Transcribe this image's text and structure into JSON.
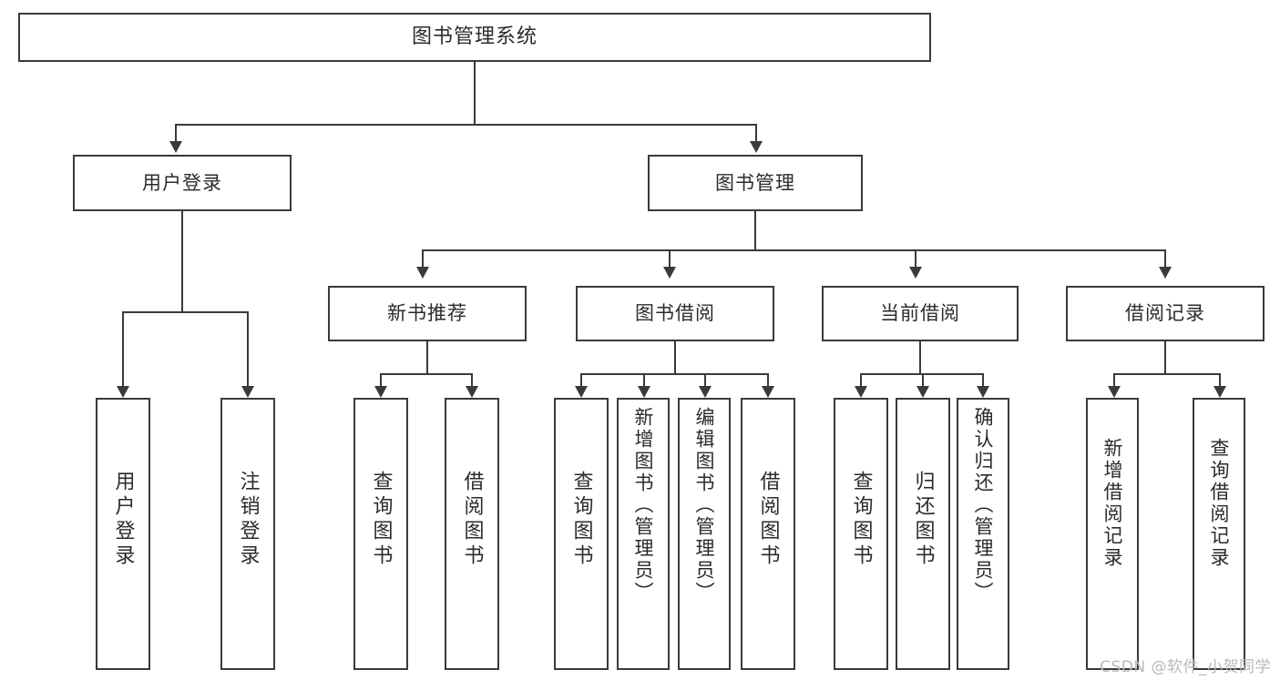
{
  "diagram": {
    "type": "tree-hierarchy",
    "title": "图书管理系统 功能结构图",
    "colors": {
      "box_border": "#3a3a3a",
      "box_fill": "#ffffff",
      "connector": "#3a3a3a",
      "text": "#2b2b2b",
      "watermark": "#b9b9b9",
      "background": "#ffffff"
    },
    "root": {
      "label": "图书管理系统"
    },
    "level1": [
      {
        "id": "user-login",
        "label": "用户登录"
      },
      {
        "id": "book-management",
        "label": "图书管理"
      }
    ],
    "level2": [
      {
        "id": "new-book-recommend",
        "label": "新书推荐",
        "parent": "book-management"
      },
      {
        "id": "book-borrow",
        "label": "图书借阅",
        "parent": "book-management"
      },
      {
        "id": "current-borrow",
        "label": "当前借阅",
        "parent": "book-management"
      },
      {
        "id": "borrow-record",
        "label": "借阅记录",
        "parent": "book-management"
      }
    ],
    "leaves": {
      "user_login": [
        {
          "id": "leaf-user-login",
          "label": "用户登录"
        },
        {
          "id": "leaf-user-logout",
          "label": "注销登录"
        }
      ],
      "new_book_recommend": [
        {
          "id": "leaf-query-book-1",
          "label": "查询图书"
        },
        {
          "id": "leaf-borrow-book-1",
          "label": "借阅图书"
        }
      ],
      "book_borrow": [
        {
          "id": "leaf-query-book-2",
          "label": "查询图书"
        },
        {
          "id": "leaf-add-book",
          "label": "新增图书（管理员）"
        },
        {
          "id": "leaf-edit-book",
          "label": "编辑图书（管理员）"
        },
        {
          "id": "leaf-borrow-book-2",
          "label": "借阅图书"
        }
      ],
      "current_borrow": [
        {
          "id": "leaf-query-book-3",
          "label": "查询图书"
        },
        {
          "id": "leaf-return-book",
          "label": "归还图书"
        },
        {
          "id": "leaf-confirm-return",
          "label": "确认归还（管理员）"
        }
      ],
      "borrow_record": [
        {
          "id": "leaf-add-record",
          "label": "新增借阅记录"
        },
        {
          "id": "leaf-query-record",
          "label": "查询借阅记录"
        }
      ]
    }
  },
  "watermark": {
    "text": "CSDN @软件_小贺同学"
  }
}
